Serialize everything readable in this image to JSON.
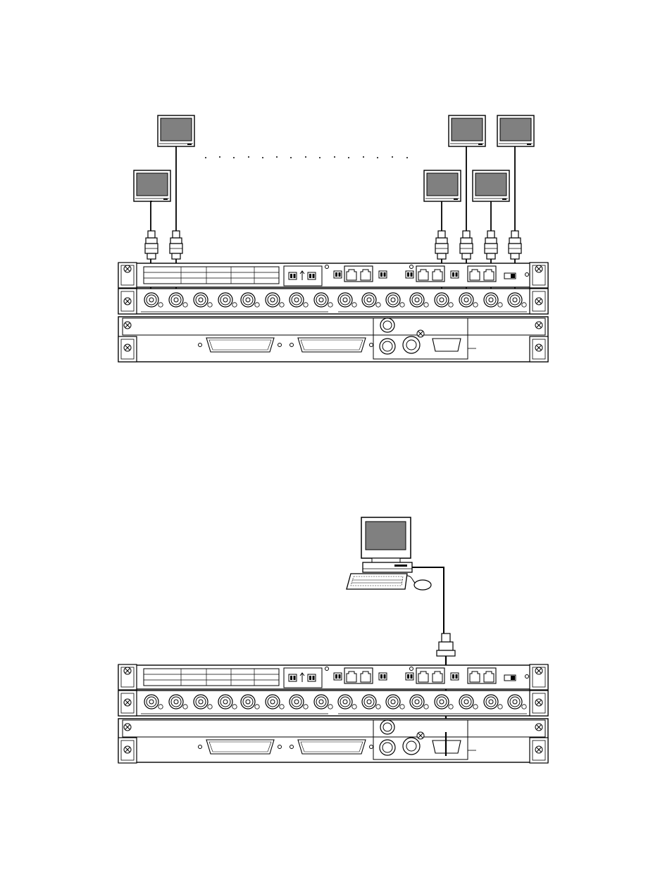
{
  "figures": [
    {
      "id": "monitor-connection",
      "monitors": 6,
      "bnc_cables": 6
    },
    {
      "id": "pc-connection",
      "devices": [
        "monitor",
        "computer",
        "keyboard",
        "mouse"
      ]
    }
  ],
  "colors": {
    "line": "#000000",
    "screen": "#808080",
    "background": "#ffffff"
  }
}
